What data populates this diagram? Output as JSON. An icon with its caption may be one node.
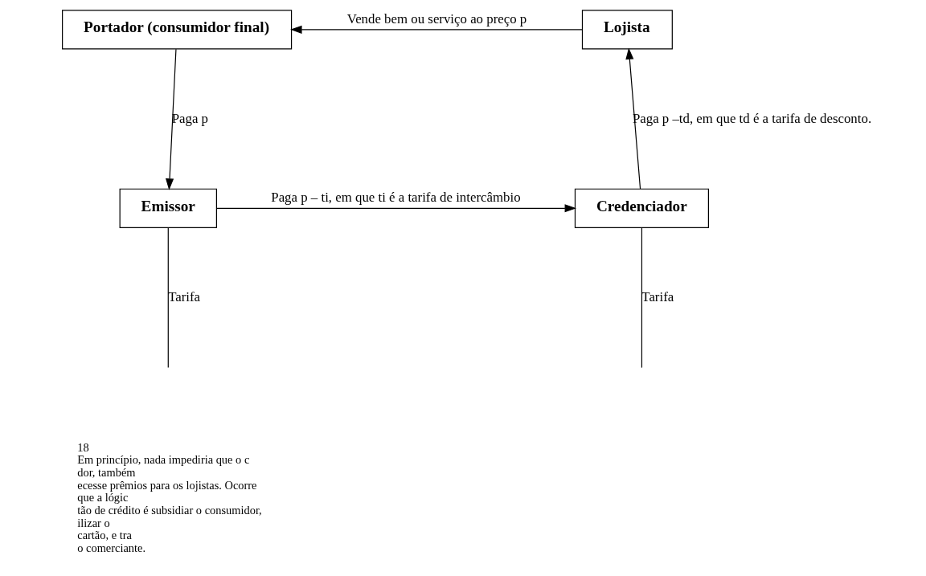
{
  "diagram": {
    "nodes": [
      {
        "text": [
          "Portador (consumidor final)"
        ]
      },
      {
        "text": [
          "Lojista"
        ]
      },
      {
        "text": [
          "Emissor"
        ]
      },
      {
        "text": [
          "Credenciador"
        ]
      }
    ],
    "edges": [
      {
        "from": 1,
        "to": 0,
        "arrow": "to",
        "label": "Vende bem ou serviço ao preço p"
      },
      {
        "from": 0,
        "to": 2,
        "arrow": "to",
        "label": "Paga p"
      },
      {
        "from": 2,
        "to": 3,
        "arrow": "to",
        "label": "Paga p – ti, em que ti é a tarifa de intercâmbio"
      },
      {
        "from": 3,
        "to": 1,
        "arrow": "to",
        "label": "Paga p –td, em que td é a tarifa de desconto."
      },
      {
        "from": 2,
        "to": null,
        "arrow": "none",
        "label": "Tarifa"
      },
      {
        "from": 3,
        "to": null,
        "arrow": "none",
        "label": "Tarifa"
      }
    ],
    "labels": [
      "18",
      "Em princípio, nada impediria que o c",
      "dor, também",
      "ecesse prêmios para os lojistas. Ocorre",
      "que a lógic",
      "tão de crédito é subsidiar o consumidor,",
      "ilizar o",
      "cartão, e tra",
      "o comerciante."
    ]
  }
}
